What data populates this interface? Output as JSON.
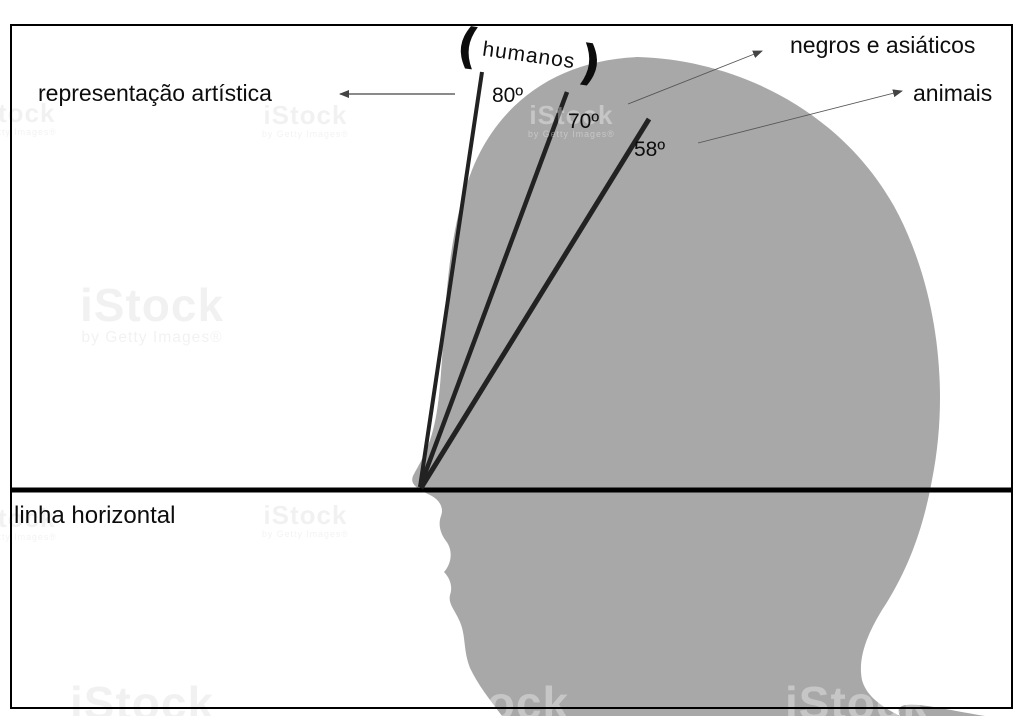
{
  "diagram": {
    "humanos": {
      "open": "(",
      "text": "humanos",
      "close": ")"
    },
    "angle_labels": [
      {
        "value": "80º"
      },
      {
        "value": "70º"
      },
      {
        "value": "58º"
      }
    ],
    "artistic_label": "representação artística",
    "negros_label": "negros e asiáticos",
    "animais_label": "animais",
    "horizontal_label": "linha horizontal",
    "colors": {
      "head": "#a8a8a8",
      "angle_line": "#222222",
      "horizontal_line": "#000000",
      "arrow": "#444444"
    },
    "watermark": {
      "brand": "iStock",
      "sub": "by Getty Images®"
    }
  }
}
